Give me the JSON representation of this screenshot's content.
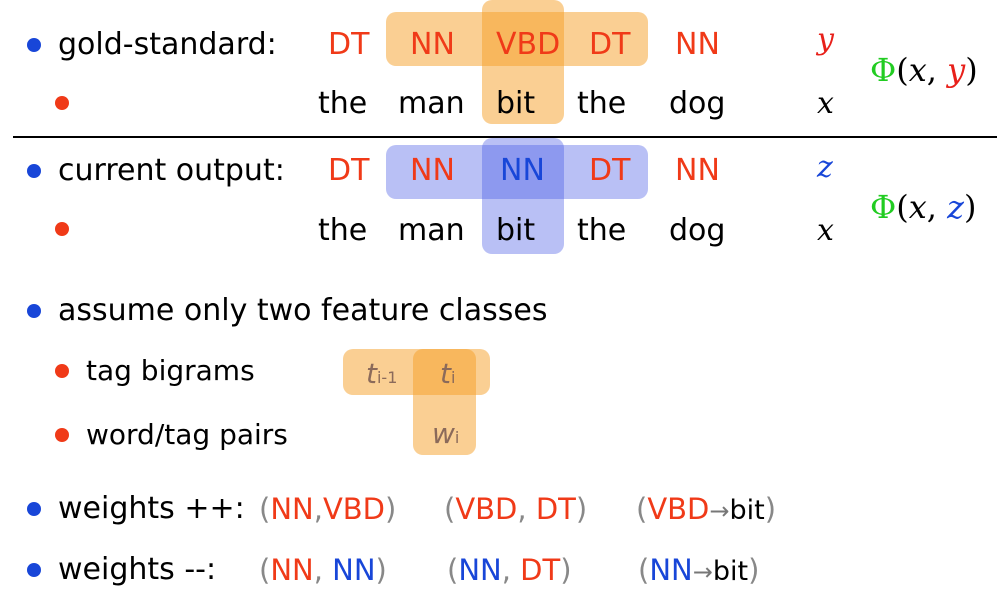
{
  "gold": {
    "label": "gold-standard:",
    "tags": [
      "DT",
      "NN",
      "VBD",
      "DT",
      "NN"
    ],
    "var": "y",
    "phi": "Φ(x, y)"
  },
  "sentence": {
    "words": [
      "the",
      "man",
      "bit",
      "the",
      "dog"
    ],
    "var": "x"
  },
  "current": {
    "label": "current output:",
    "tags": [
      "DT",
      "NN",
      "NN",
      "DT",
      "NN"
    ],
    "var": "z",
    "phi": "Φ(x, z)"
  },
  "assume": {
    "text": "assume only two feature classes",
    "items": [
      "tag bigrams",
      "word/tag pairs"
    ],
    "features": {
      "t_prev": "t",
      "t_prev_sub": "i-1",
      "t_cur": "t",
      "t_cur_sub": "i",
      "w_cur": "w",
      "w_cur_sub": "i"
    }
  },
  "weights_plus": {
    "label": "weights ++:",
    "pairs": [
      {
        "a": "NN",
        "b": "VBD"
      },
      {
        "a": "VBD",
        "b": "DT"
      },
      {
        "a": "VBD",
        "arrow": "→",
        "word": "bit"
      }
    ]
  },
  "weights_minus": {
    "label": "weights --:",
    "pairs": [
      {
        "a": "NN",
        "b": "NN"
      },
      {
        "a": "NN",
        "b": "DT"
      },
      {
        "a": "NN",
        "arrow": "→",
        "word": "bit"
      }
    ]
  },
  "colors": {
    "tag_red": "#f03a18",
    "tag_blue": "#1846d8",
    "phi_green": "#22cc22",
    "highlight_orange": "#f5a028",
    "highlight_blue": "#465ae6"
  }
}
